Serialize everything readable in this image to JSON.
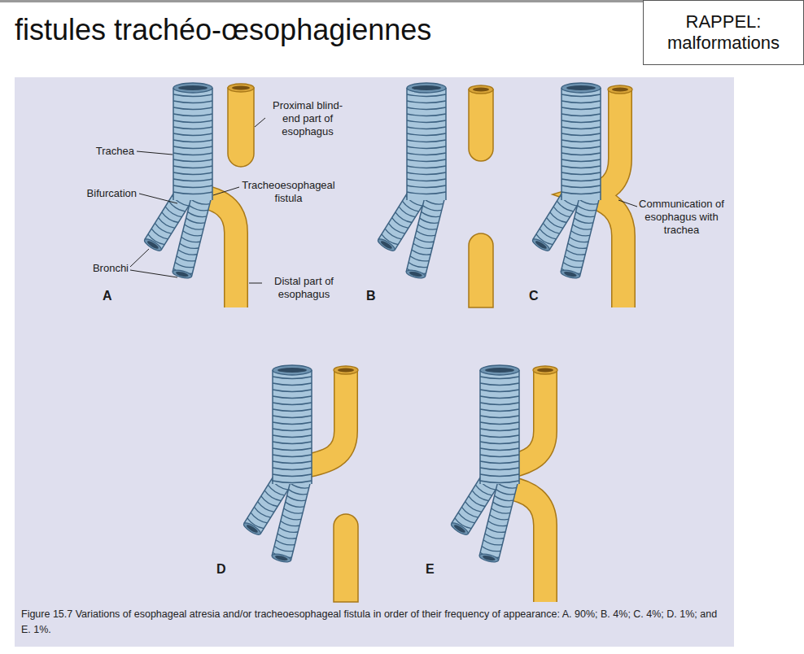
{
  "diagram": {
    "title": "fistules trachéo-œsophagiennes",
    "caption": "Figure 15.7 Variations of esophageal atresia and/or tracheoesophageal fistula in order of their frequency of appearance: A. 90%; B. 4%; C. 4%; D. 1%; and E. 1%.",
    "nodes": [
      {
        "text": [
          "RAPPEL: malformations"
        ]
      }
    ],
    "labels": [
      "Proximal blind-end part of esophagus",
      "Trachea",
      "Bifurcation",
      "Tracheoesophageal fistula",
      "Bronchi",
      "Distal part of esophagus",
      "A",
      "B",
      "C",
      "Communication of esophagus with trachea",
      "D",
      "E"
    ]
  }
}
